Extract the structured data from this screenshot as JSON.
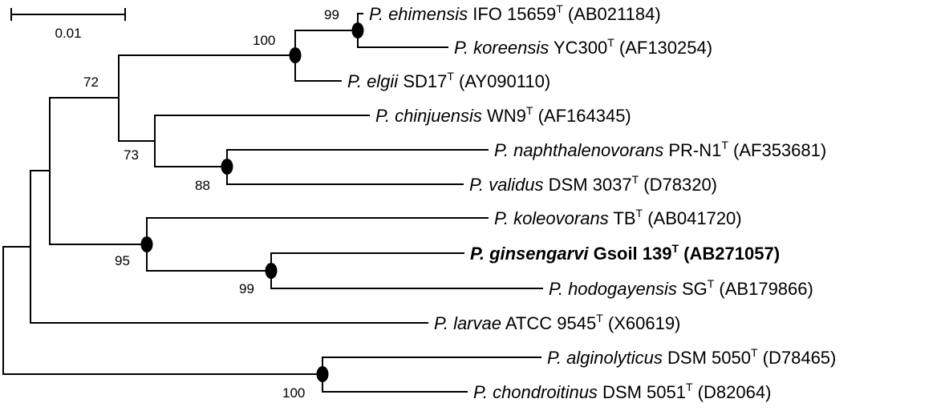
{
  "scale_bar": {
    "label": "0.01"
  },
  "taxa": [
    {
      "id": "ehimensis",
      "genus": "P.",
      "species": "ehimensis",
      "strain": "IFO 15659",
      "superscript": "T",
      "accession": "(AB021184)",
      "bold": false
    },
    {
      "id": "koreensis",
      "genus": "P.",
      "species": "koreensis",
      "strain": "YC300",
      "superscript": "T",
      "accession": "(AF130254)",
      "bold": false
    },
    {
      "id": "elgii",
      "genus": "P.",
      "species": "elgii",
      "strain": "SD17",
      "superscript": "T",
      "accession": "(AY090110)",
      "bold": false
    },
    {
      "id": "chinjuensis",
      "genus": "P.",
      "species": "chinjuensis",
      "strain": "WN9",
      "superscript": "T",
      "accession": "(AF164345)",
      "bold": false
    },
    {
      "id": "naphthalenovorans",
      "genus": "P.",
      "species": "naphthalenovorans",
      "strain": "PR-N1",
      "superscript": "T",
      "accession": "(AF353681)",
      "bold": false
    },
    {
      "id": "validus",
      "genus": "P.",
      "species": "validus",
      "strain": "DSM 3037",
      "superscript": "T",
      "accession": "(D78320)",
      "bold": false
    },
    {
      "id": "koleovorans",
      "genus": "P.",
      "species": "koleovorans",
      "strain": "TB",
      "superscript": "T",
      "accession": "(AB041720)",
      "bold": false
    },
    {
      "id": "ginsengarvi",
      "genus": "P.",
      "species": "ginsengarvi",
      "strain": "Gsoil 139",
      "superscript": "T",
      "accession": "(AB271057)",
      "bold": true
    },
    {
      "id": "hodogayensis",
      "genus": "P.",
      "species": "hodogayensis",
      "strain": "SG",
      "superscript": "T",
      "accession": "(AB179866)",
      "bold": false
    },
    {
      "id": "larvae",
      "genus": "P.",
      "species": "larvae",
      "strain": "ATCC 9545",
      "superscript": "T",
      "accession": "(X60619)",
      "bold": false
    },
    {
      "id": "alginolyticus",
      "genus": "P.",
      "species": "alginolyticus",
      "strain": "DSM 5050",
      "superscript": "T",
      "accession": "(D78465)",
      "bold": false
    },
    {
      "id": "chondroitinus",
      "genus": "P.",
      "species": "chondroitinus",
      "strain": "DSM 5051",
      "superscript": "T",
      "accession": "(D82064)",
      "bold": false
    }
  ],
  "bootstrap_values": [
    {
      "node": "ehimensis-koreensis",
      "value": "99"
    },
    {
      "node": "elgii-clade",
      "value": "100"
    },
    {
      "node": "upper-group",
      "value": "72"
    },
    {
      "node": "chinjuensis-clade",
      "value": "73"
    },
    {
      "node": "naphthalenovorans-validus",
      "value": "88"
    },
    {
      "node": "koleovorans-clade",
      "value": "95"
    },
    {
      "node": "ginsengarvi-hodogayensis",
      "value": "99"
    },
    {
      "node": "alginolyticus-chondroitinus",
      "value": "100"
    }
  ],
  "colors": {
    "line": "#000000",
    "node_marker": "#000000",
    "background": "#ffffff"
  }
}
